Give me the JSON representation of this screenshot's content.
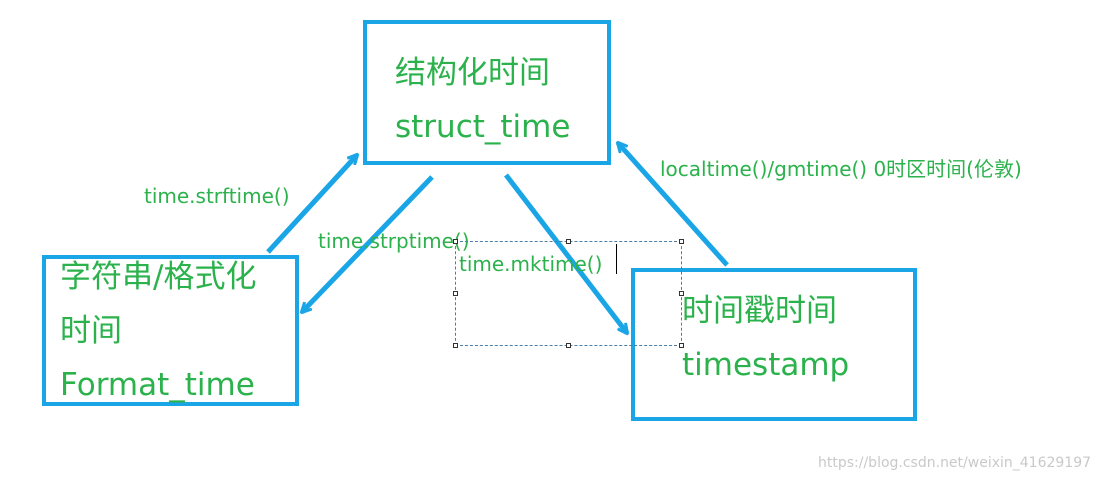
{
  "colors": {
    "box_border": "#1aa5e6",
    "arrow": "#1aa5e6",
    "text": "#2bb24c",
    "watermark": "#c9c9c9"
  },
  "nodes": {
    "struct_time": {
      "line1": "结构化时间",
      "line2": "struct_time"
    },
    "format_time": {
      "line1": "字符串/格式化",
      "line2": "时间",
      "line3": "Format_time"
    },
    "timestamp": {
      "line1": "时间戳时间",
      "line2": "timestamp"
    }
  },
  "edges": {
    "strftime": "time.strftime()",
    "strptime": "time.strptime()",
    "mktime": "time.mktime()",
    "localtime": "localtime()/gmtime() 0时区时间(伦敦)"
  },
  "watermark": "https://blog.csdn.net/weixin_41629197"
}
